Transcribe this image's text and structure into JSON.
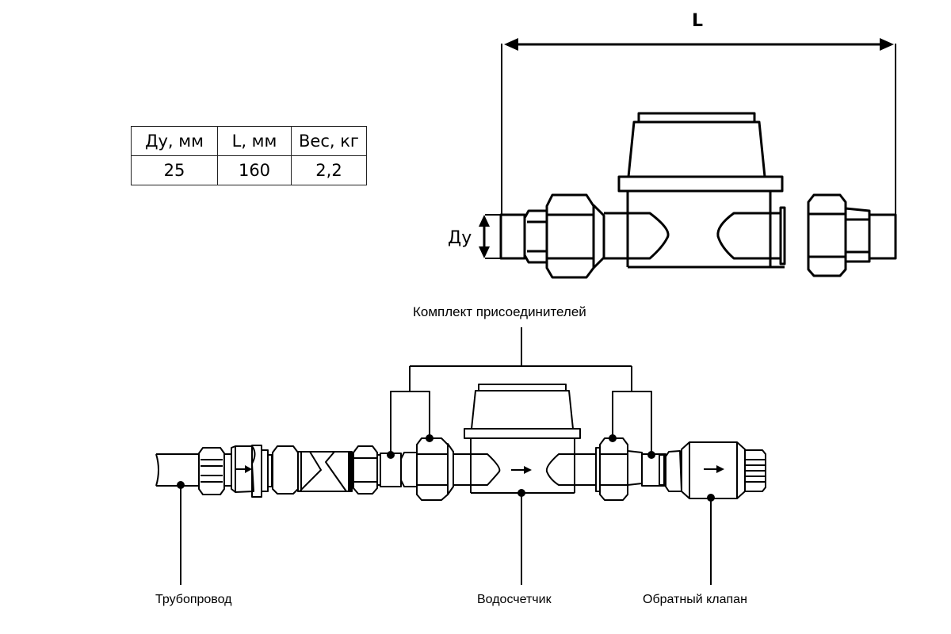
{
  "spec_table": {
    "headers": [
      "Ду, мм",
      "L, мм",
      "Вес, кг"
    ],
    "rows": [
      [
        "25",
        "160",
        "2,2"
      ]
    ]
  },
  "dimensions": {
    "length_label": "L",
    "diameter_label": "Ду"
  },
  "labels": {
    "connector_kit": "Комплект присоединителей",
    "pipeline": "Трубопровод",
    "water_meter": "Водосчетчик",
    "check_valve": "Обратный клапан"
  },
  "icons": {
    "flow_direction": "arrow-right-icon",
    "dimension_arrow": "double-arrow-icon"
  }
}
